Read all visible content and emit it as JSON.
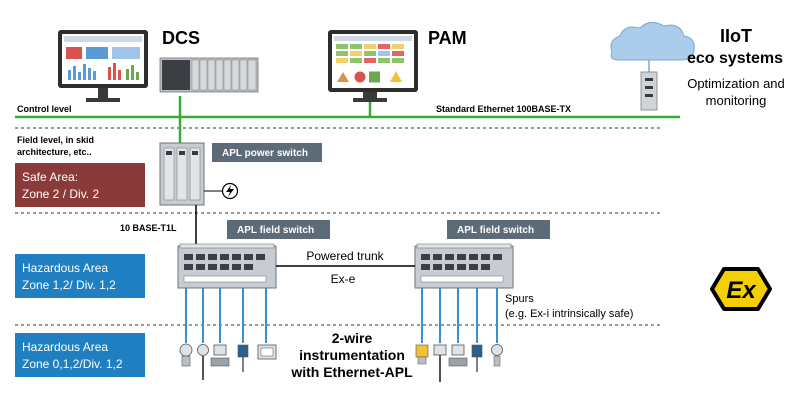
{
  "top": {
    "dcs": "DCS",
    "pam": "PAM",
    "iiot_line1": "IIoT",
    "iiot_line2": "eco systems",
    "iiot_sub1": "Optimization and",
    "iiot_sub2": "monitoring"
  },
  "levels": {
    "control": "Control level",
    "ethernet": "Standard Ethernet 100BASE-TX",
    "field_line1": "Field level, in skid",
    "field_line2": "architecture, etc.."
  },
  "zones": {
    "safe_line1": "Safe Area:",
    "safe_line2": "Zone 2 / Div. 2",
    "haz1_line1": "Hazardous Area",
    "haz1_line2": "Zone 1,2/  Div. 1,2",
    "haz2_line1": "Hazardous Area",
    "haz2_line2": "Zone 0,1,2/Div. 1,2"
  },
  "devices": {
    "power_switch": "APL power switch",
    "field_switch_left": "APL field switch",
    "field_switch_right": "APL field switch",
    "t1l": "10 BASE-T1L",
    "trunk_line1": "Powered trunk",
    "trunk_line2": "Ex-e",
    "spurs_line1": "Spurs",
    "spurs_line2": "(e.g. Ex-i intrinsically safe)",
    "instr_line1": "2-wire",
    "instr_line2": "instrumentation",
    "instr_line3": "with Ethernet-APL",
    "ex_symbol": "Ex"
  },
  "colors": {
    "ethernet_green": "#3aa935",
    "safe_zone": "#8b3a3a",
    "hazard_zone": "#1f7fc0",
    "label_box": "#5d6b78",
    "spur_blue": "#3b8fd1",
    "ex_yellow": "#f5d000"
  }
}
